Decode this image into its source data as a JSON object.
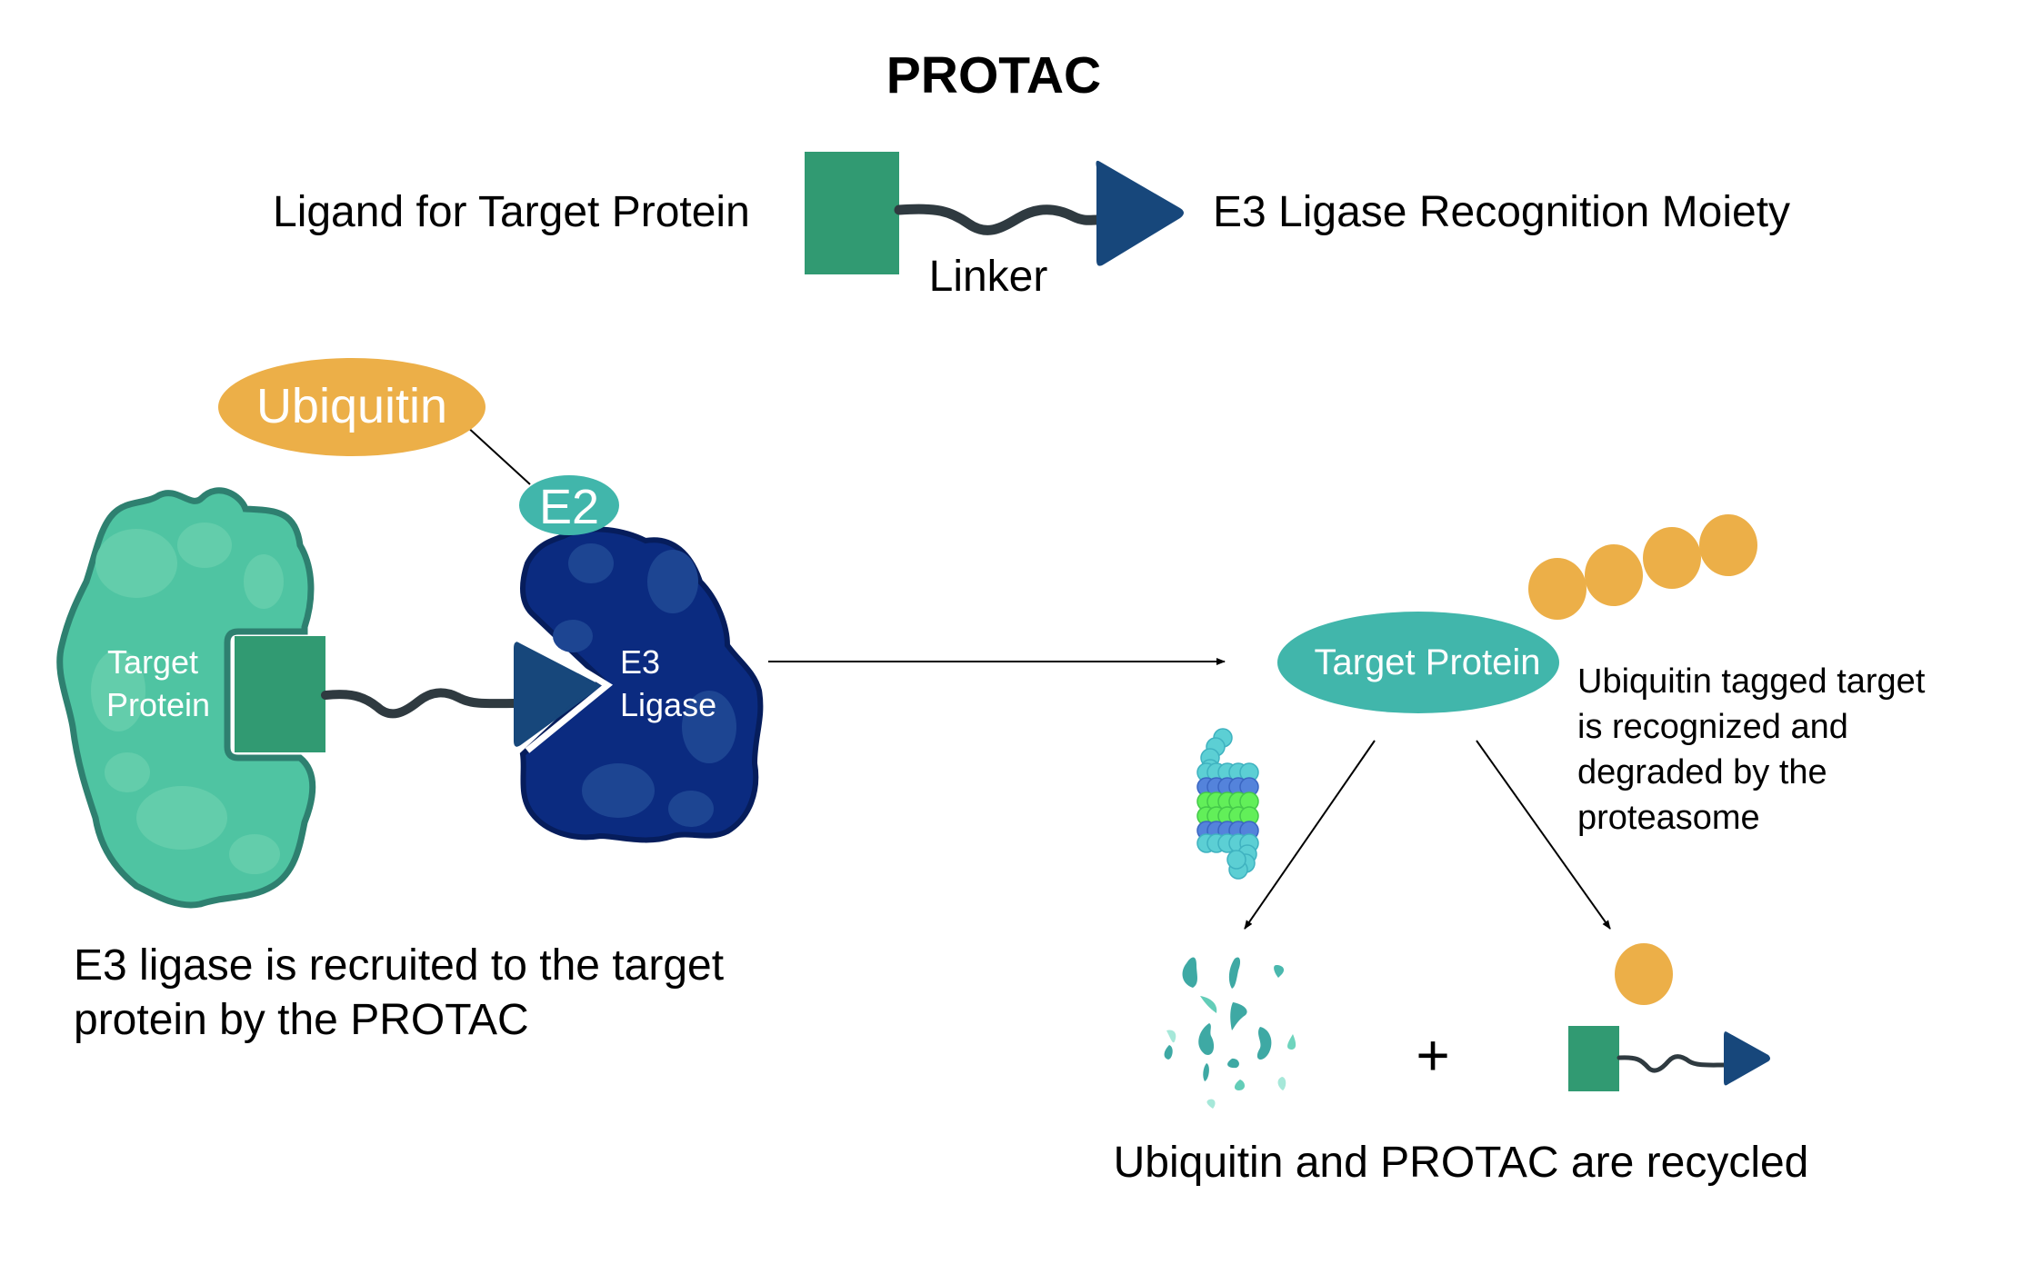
{
  "title": "PROTAC",
  "legend": {
    "ligand_label": "Ligand for Target Protein",
    "linker_label": "Linker",
    "e3_moiety_label": "E3 Ligase Recognition Moiety"
  },
  "complex": {
    "ubiquitin_label": "Ubiquitin",
    "e2_label": "E2",
    "target_label_line1": "Target",
    "target_label_line2": "Protein",
    "e3_label_line1": "E3",
    "e3_label_line2": "Ligase",
    "caption_line1": "E3 ligase is recruited to the target",
    "caption_line2": "protein by the PROTAC"
  },
  "degradation": {
    "target_label": "Target Protein",
    "note_lines": [
      "Ubiquitin tagged target",
      "is recognized and",
      "degraded by the",
      "proteasome"
    ],
    "plus": "+",
    "recycle_caption": "Ubiquitin and PROTAC are recycled"
  },
  "colors": {
    "ligand_green": "#319a72",
    "moiety_blue": "#17477b",
    "linker_dark": "#2f3a40",
    "ubiquitin_orange": "#ecaf48",
    "teal": "#41b6ab",
    "target_green": "#4fc4a2",
    "target_green_light": "#63cdab",
    "target_outline": "#2e8070",
    "e3_navy": "#0b2b80",
    "e3_navy_light": "#1d4592",
    "e3_outline": "#061d5c"
  }
}
